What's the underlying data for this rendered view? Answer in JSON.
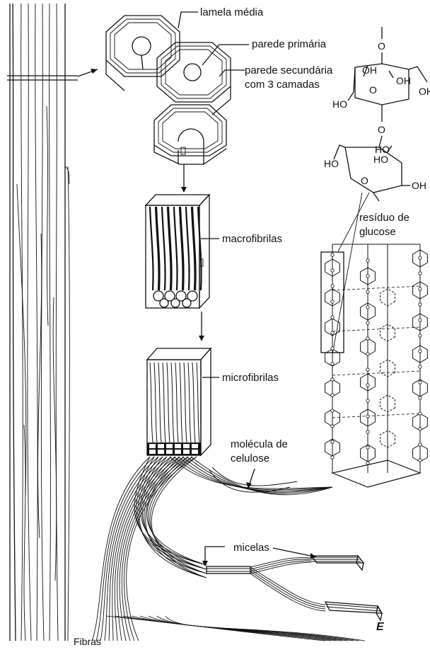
{
  "labels": {
    "lamela_media": "lamela média",
    "parede_primaria": "parede primária",
    "parede_secundaria_1": "parede secundária",
    "parede_secundaria_2": "com 3 camadas",
    "macrofibrilas": "macrofibrilas",
    "microfibrilas": "microfibrilas",
    "molecula_1": "molécula de",
    "molecula_2": "celulose",
    "micelas": "micelas",
    "residuo_1": "resíduo de",
    "residuo_2": "glucose",
    "fibras": "Fibras",
    "corner_letter": "E"
  },
  "chem": {
    "oh": "OH",
    "ho": "HO",
    "o": "O"
  }
}
